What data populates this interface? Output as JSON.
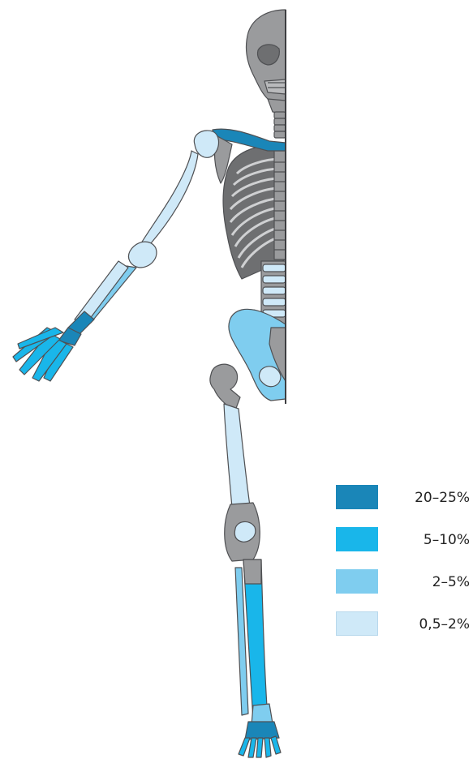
{
  "colors": {
    "grey": "#9a9b9d",
    "grey_dark": "#6e6f71",
    "outline": "#5a5b5e",
    "dark_blue": "#1a86b8",
    "medium_blue": "#19b6ea",
    "light_blue": "#7fcdef",
    "very_light_blue": "#cfe9f8"
  },
  "legend": [
    {
      "label": "20–25%",
      "color": "#1a86b8"
    },
    {
      "label": "5–10%",
      "color": "#19b6ea"
    },
    {
      "label": "2–5%",
      "color": "#7fcdef"
    },
    {
      "label": "0,5–2%",
      "color": "#cfe9f8"
    }
  ]
}
